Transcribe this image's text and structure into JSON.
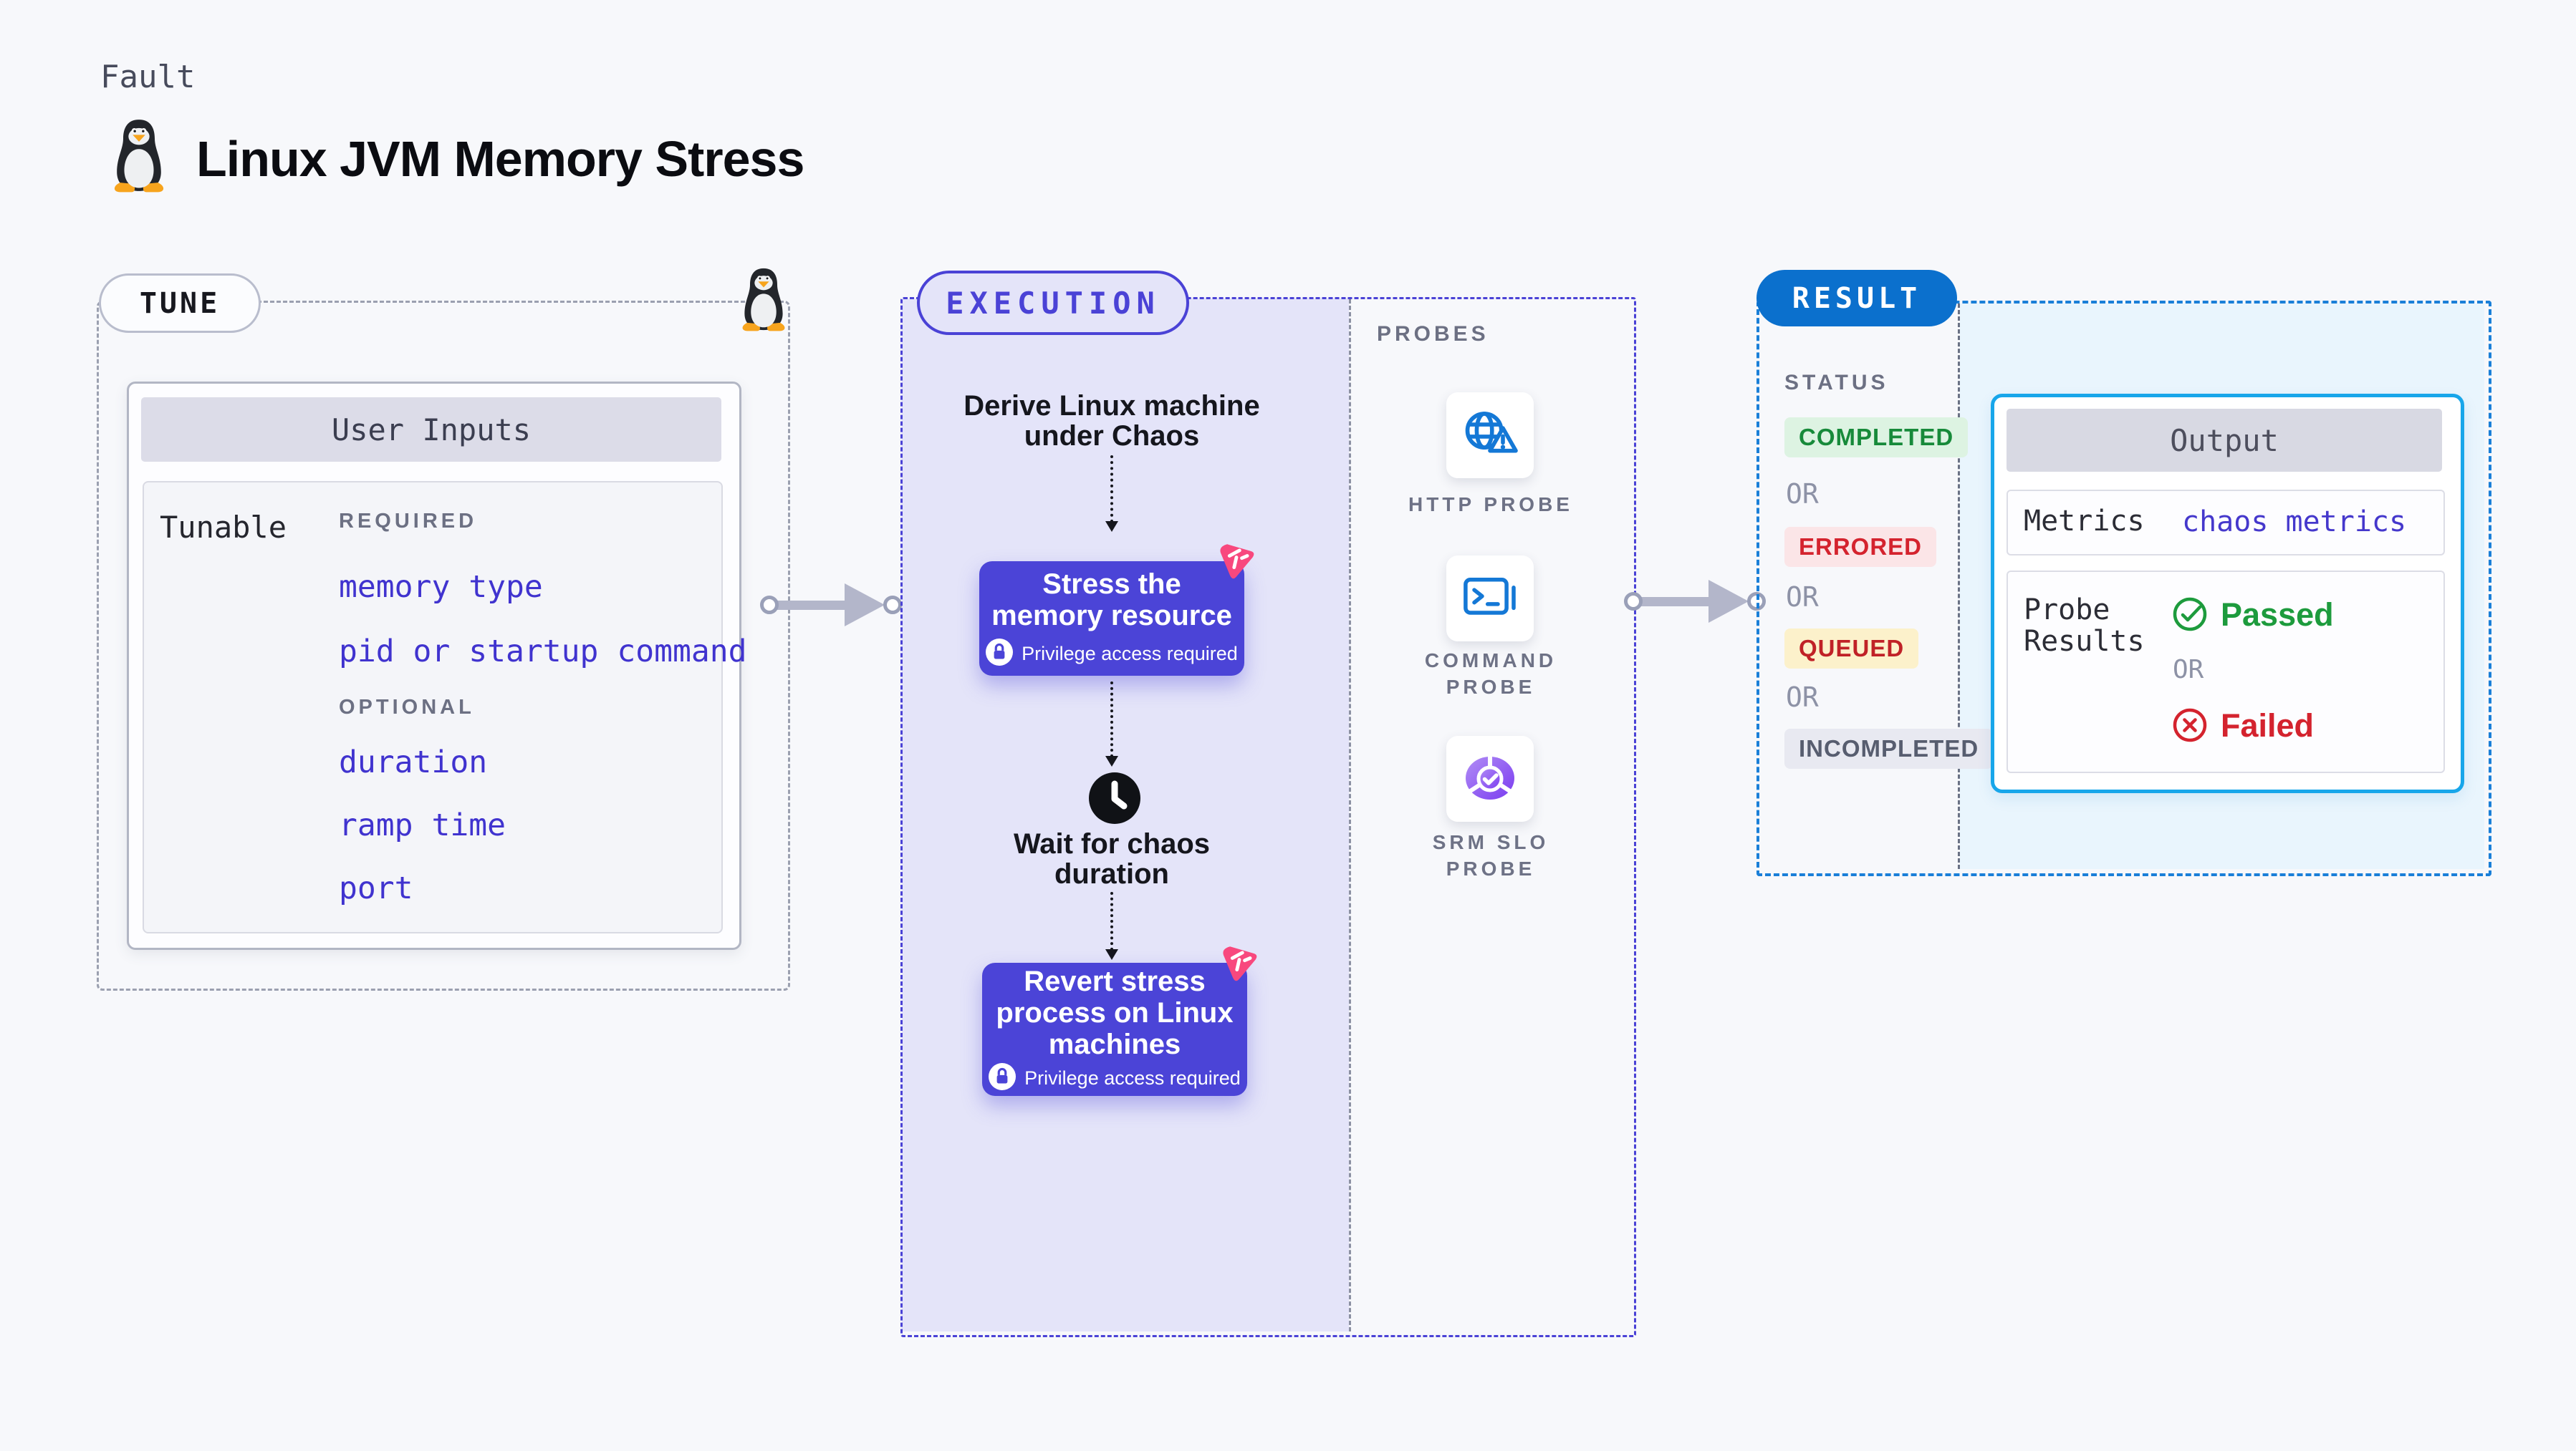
{
  "header": {
    "fault_label": "Fault",
    "title": "Linux JVM Memory Stress"
  },
  "tune": {
    "badge": "TUNE",
    "table_title": "User Inputs",
    "row_label": "Tunable",
    "required_label": "REQUIRED",
    "required_items": [
      "memory type",
      "pid or startup command"
    ],
    "optional_label": "OPTIONAL",
    "optional_items": [
      "duration",
      "ramp time",
      "port"
    ]
  },
  "execution": {
    "badge": "EXECUTION",
    "derive_line1": "Derive Linux machine",
    "derive_line2": "under Chaos",
    "stress_line1": "Stress the",
    "stress_line2": "memory resource",
    "privilege_note": "Privilege access required",
    "wait_line1": "Wait for chaos",
    "wait_line2": "duration",
    "revert_line1": "Revert stress",
    "revert_line2": "process on Linux",
    "revert_line3": "machines"
  },
  "probes": {
    "heading": "PROBES",
    "http_label": "HTTP PROBE",
    "command_line1": "COMMAND",
    "command_line2": "PROBE",
    "srm_line1": "SRM SLO",
    "srm_line2": "PROBE"
  },
  "result": {
    "badge": "RESULT",
    "status_label": "STATUS",
    "status_completed": "COMPLETED",
    "status_errored": "ERRORED",
    "status_queued": "QUEUED",
    "status_incompleted": "INCOMPLETED",
    "or_label": "OR",
    "output_title": "Output",
    "metrics_label": "Metrics",
    "metrics_value": "chaos metrics",
    "probe_results_line1": "Probe",
    "probe_results_line2": "Results",
    "passed_label": "Passed",
    "failed_label": "Failed"
  },
  "colors": {
    "page_bg": "#f7f8fb",
    "execution_accent": "#4a42d6",
    "execution_fill": "#e4e4f9",
    "chaos_card": "#4b44d7",
    "chaos_logo_pink": "#f8487e",
    "result_accent": "#1a7fd8",
    "result_badge": "#0b70cd",
    "result_fill": "#e9f5fd",
    "output_border": "#18a6ea",
    "probe_icon_blue": "#1478d6",
    "link_blue": "#4033cf",
    "completed_green": "#178a3a",
    "errored_red": "#d4232e",
    "queued_red": "#c02127",
    "passed_green": "#1d9b3d",
    "failed_red": "#d4232e"
  }
}
